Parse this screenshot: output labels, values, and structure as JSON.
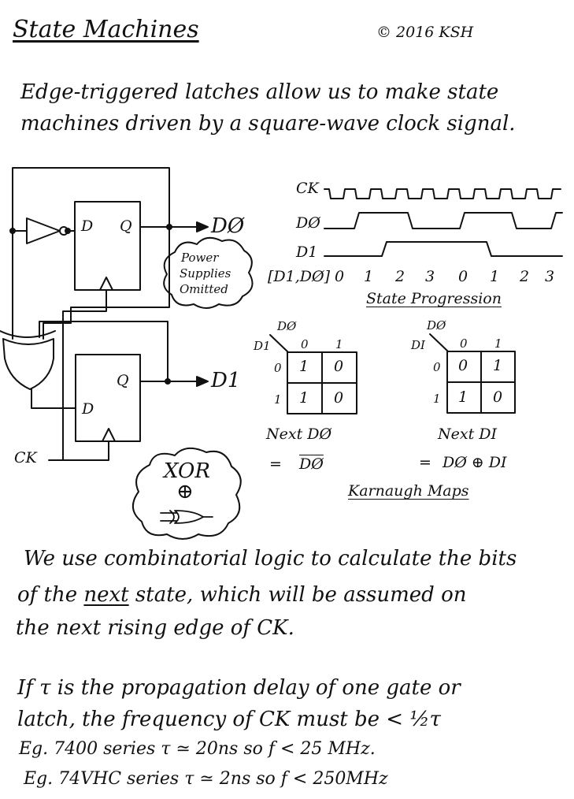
{
  "header": {
    "title": "State Machines",
    "copyright": "© 2016 KSH"
  },
  "intro": {
    "line1": "Edge-triggered latches allow us to make state",
    "line2": "machines driven by a square-wave clock signal."
  },
  "circuit": {
    "ff_top_d": "D",
    "ff_top_q": "Q",
    "out_d0": "DØ",
    "ff_bot_d": "D",
    "ff_bot_q": "Q",
    "out_d1": "D1",
    "clock_in": "CK",
    "power_note": [
      "Power",
      "Supplies",
      "Omitted"
    ],
    "xor_note": "XOR",
    "xor_symbol": "⊕"
  },
  "timing": {
    "ck_label": "CK",
    "d0_label": "DØ",
    "d1_label": "D1",
    "state_label": "[D1,DØ]",
    "states": [
      "0",
      "1",
      "2",
      "3",
      "0",
      "1",
      "2",
      "3"
    ],
    "caption": "State Progression"
  },
  "kmaps": [
    {
      "col_var": "DØ",
      "row_var": "D1",
      "col_heads": [
        "0",
        "1"
      ],
      "row_heads": [
        "0",
        "1"
      ],
      "cells": [
        [
          "1",
          "0"
        ],
        [
          "1",
          "0"
        ]
      ],
      "title": "Next DØ",
      "formula_eq": "=",
      "formula": "DØ"
    },
    {
      "col_var": "DØ",
      "row_var": "DI",
      "col_heads": [
        "0",
        "1"
      ],
      "row_heads": [
        "0",
        "1"
      ],
      "cells": [
        [
          "0",
          "1"
        ],
        [
          "1",
          "0"
        ]
      ],
      "title": "Next DI",
      "formula_eq": "=",
      "formula": "DØ ⊕ DI"
    }
  ],
  "kmaps_caption": "Karnaugh Maps",
  "para2": {
    "line1": "We use combinatorial logic to calculate the bits",
    "line2_a": "of the",
    "line2_b": "next",
    "line2_c": "state, which will be assumed on",
    "line3": "the next rising edge of CK."
  },
  "para3": {
    "line1": "If τ is the propagation delay of one gate or",
    "line2": "latch, the frequency of CK must be < ½τ",
    "line3": "Eg. 7400 series τ ≃ 20ns  so f < 25 MHz.",
    "line4": "Eg. 74VHC series τ ≃ 2ns   so f < 250MHz"
  }
}
